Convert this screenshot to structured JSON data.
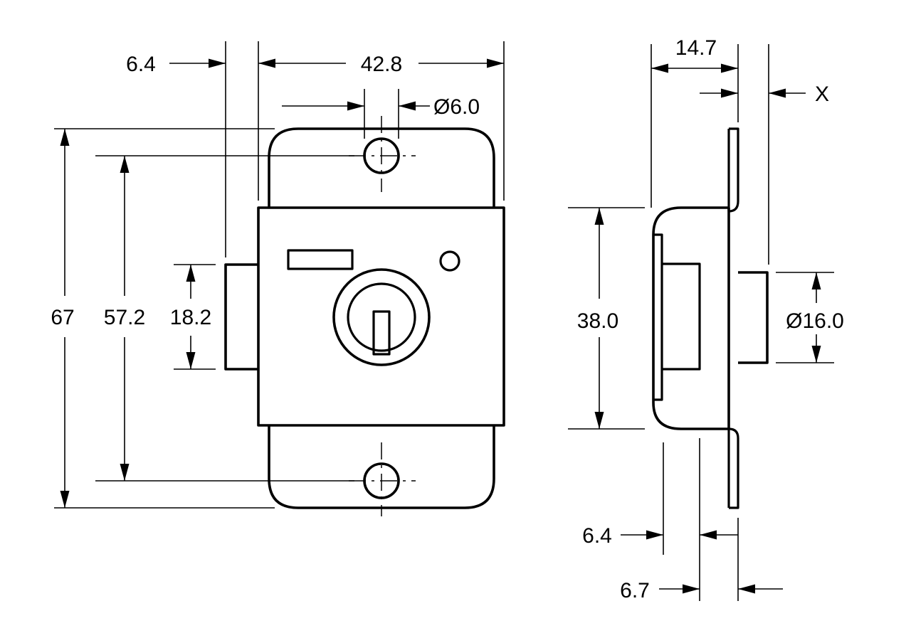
{
  "colors": {
    "line": "#000000",
    "background": "#ffffff"
  },
  "front_view": {
    "dimensions": {
      "bolt_offset": "6.4",
      "overall_width": "42.8",
      "hole_diameter": "Ø6.0",
      "overall_height": "67",
      "hole_spacing": "57.2",
      "bolt_height": "18.2"
    }
  },
  "side_view": {
    "dimensions": {
      "depth": "14.7",
      "cylinder_projection": "X",
      "body_height": "38.0",
      "cylinder_diameter": "Ø16.0",
      "flange_offset_1": "6.4",
      "flange_offset_2": "6.7"
    }
  }
}
